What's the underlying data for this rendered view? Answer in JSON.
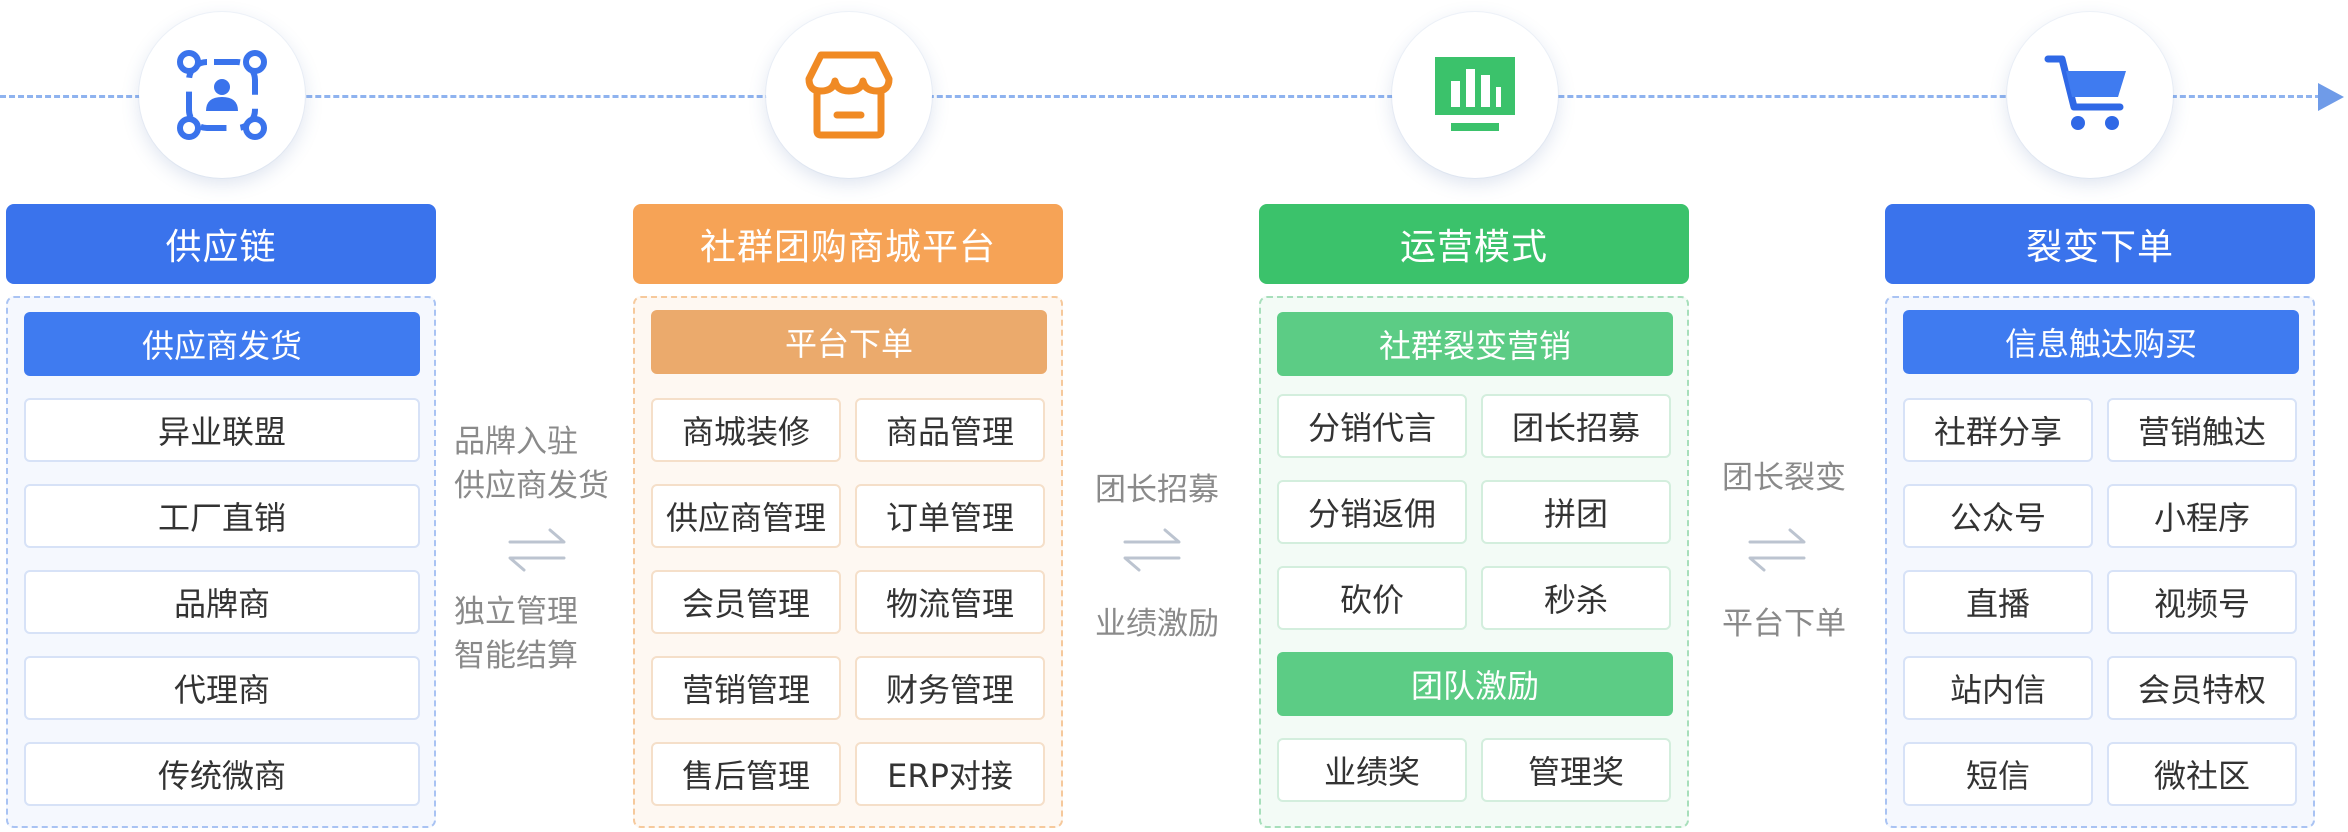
{
  "colors": {
    "blue": "#3a73ec",
    "blue_sub": "#3f7bf0",
    "orange": "#f6a356",
    "orange_sub": "#ebaa6c",
    "green": "#3bc26b",
    "green_sub": "#5ccc85",
    "flow_line": "#8fb3ef"
  },
  "icons": [
    "supplier-network-icon",
    "storefront-icon",
    "chart-monitor-icon",
    "shopping-cart-icon"
  ],
  "columns": [
    {
      "title": "供应链",
      "sub_header": "供应商发货",
      "items": [
        "异业联盟",
        "工厂直销",
        "品牌商",
        "代理商",
        "传统微商"
      ]
    },
    {
      "title": "社群团购商城平台",
      "sub_header": "平台下单",
      "grid": [
        [
          "商城装修",
          "商品管理"
        ],
        [
          "供应商管理",
          "订单管理"
        ],
        [
          "会员管理",
          "物流管理"
        ],
        [
          "营销管理",
          "财务管理"
        ],
        [
          "售后管理",
          "ERP对接"
        ]
      ]
    },
    {
      "title": "运营模式",
      "sub_header": "社群裂变营销",
      "grid": [
        [
          "分销代言",
          "团长招募"
        ],
        [
          "分销返佣",
          "拼团"
        ],
        [
          "砍价",
          "秒杀"
        ]
      ],
      "sub_header_2": "团队激励",
      "grid_2": [
        [
          "业绩奖",
          "管理奖"
        ]
      ]
    },
    {
      "title": "裂变下单",
      "sub_header": "信息触达购买",
      "grid": [
        [
          "社群分享",
          "营销触达"
        ],
        [
          "公众号",
          "小程序"
        ],
        [
          "直播",
          "视频号"
        ],
        [
          "站内信",
          "会员特权"
        ],
        [
          "短信",
          "微社区"
        ]
      ]
    }
  ],
  "connectors": [
    {
      "top": [
        "品牌入驻",
        "供应商发货"
      ],
      "bottom": [
        "独立管理",
        "智能结算"
      ]
    },
    {
      "top": [
        "团长招募"
      ],
      "bottom": [
        "业绩激励"
      ]
    },
    {
      "top": [
        "团长裂变"
      ],
      "bottom": [
        "平台下单"
      ]
    }
  ]
}
